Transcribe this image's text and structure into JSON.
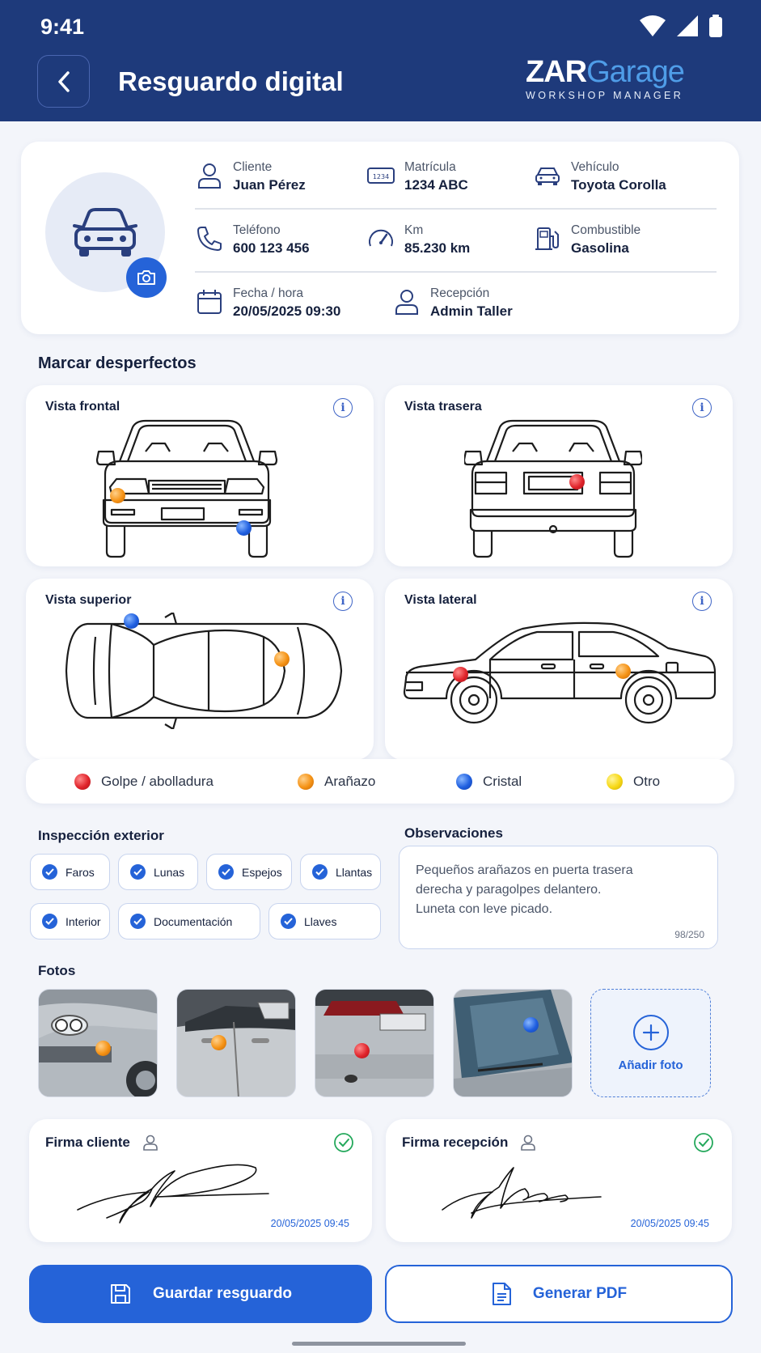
{
  "status": {
    "time": "9:41"
  },
  "header": {
    "title": "Resguardo digital",
    "logo_main_1": "ZAR",
    "logo_main_2": "Garage",
    "logo_sub": "WORKSHOP MANAGER"
  },
  "info": {
    "cliente": {
      "label": "Cliente",
      "value": "Juan Pérez"
    },
    "matricula": {
      "label": "Matrícula",
      "value": "1234 ABC",
      "plate_icon_text": "1234"
    },
    "vehiculo": {
      "label": "Vehículo",
      "value": "Toyota Corolla"
    },
    "telefono": {
      "label": "Teléfono",
      "value": "600 123 456"
    },
    "km": {
      "label": "Km",
      "value": "85.230  km"
    },
    "combustible": {
      "label": "Combustible",
      "value": "Gasolina"
    },
    "fecha": {
      "label": "Fecha / hora",
      "value": "20/05/2025  09:30"
    },
    "recepcion": {
      "label": "Recepción",
      "value": "Admin Taller"
    }
  },
  "damage": {
    "title": "Marcar desperfectos",
    "views": {
      "frontal": "Vista frontal",
      "trasera": "Vista trasera",
      "superior": "Vista superior",
      "lateral": "Vista lateral"
    },
    "info_glyph": "i"
  },
  "legend": [
    {
      "label": "Golpe / abolladura",
      "color": "#e0242b"
    },
    {
      "label": "Arañazo",
      "color": "#f59214"
    },
    {
      "label": "Cristal",
      "color": "#1f5fe0"
    },
    {
      "label": "Otro",
      "color": "#f7d814"
    }
  ],
  "inspection": {
    "title": "Inspección exterior",
    "items": [
      {
        "label": "Faros",
        "checked": true
      },
      {
        "label": "Lunas",
        "checked": true
      },
      {
        "label": "Espejos",
        "checked": true
      },
      {
        "label": "Llantas",
        "checked": true
      },
      {
        "label": "Interior",
        "checked": true
      },
      {
        "label": "Documentación",
        "checked": true
      },
      {
        "label": "Llaves",
        "checked": true
      }
    ]
  },
  "observations": {
    "title": "Observaciones",
    "line1": "Pequeños arañazos en puerta trasera",
    "line2": "derecha y paragolpes delantero.",
    "line3": "Luneta con leve picado.",
    "count": "98/250"
  },
  "photos": {
    "title": "Fotos",
    "add_label": "Añadir foto"
  },
  "signatures": {
    "cliente": {
      "title": "Firma cliente",
      "date": "20/05/2025 09:45"
    },
    "recepcion": {
      "title": "Firma recepción",
      "date": "20/05/2025 09:45"
    }
  },
  "actions": {
    "save": "Guardar resguardo",
    "pdf": "Generar PDF"
  },
  "colors": {
    "header_bg": "#1e3a7b",
    "accent": "#2563d8",
    "logo_accent": "#4f9de8"
  }
}
